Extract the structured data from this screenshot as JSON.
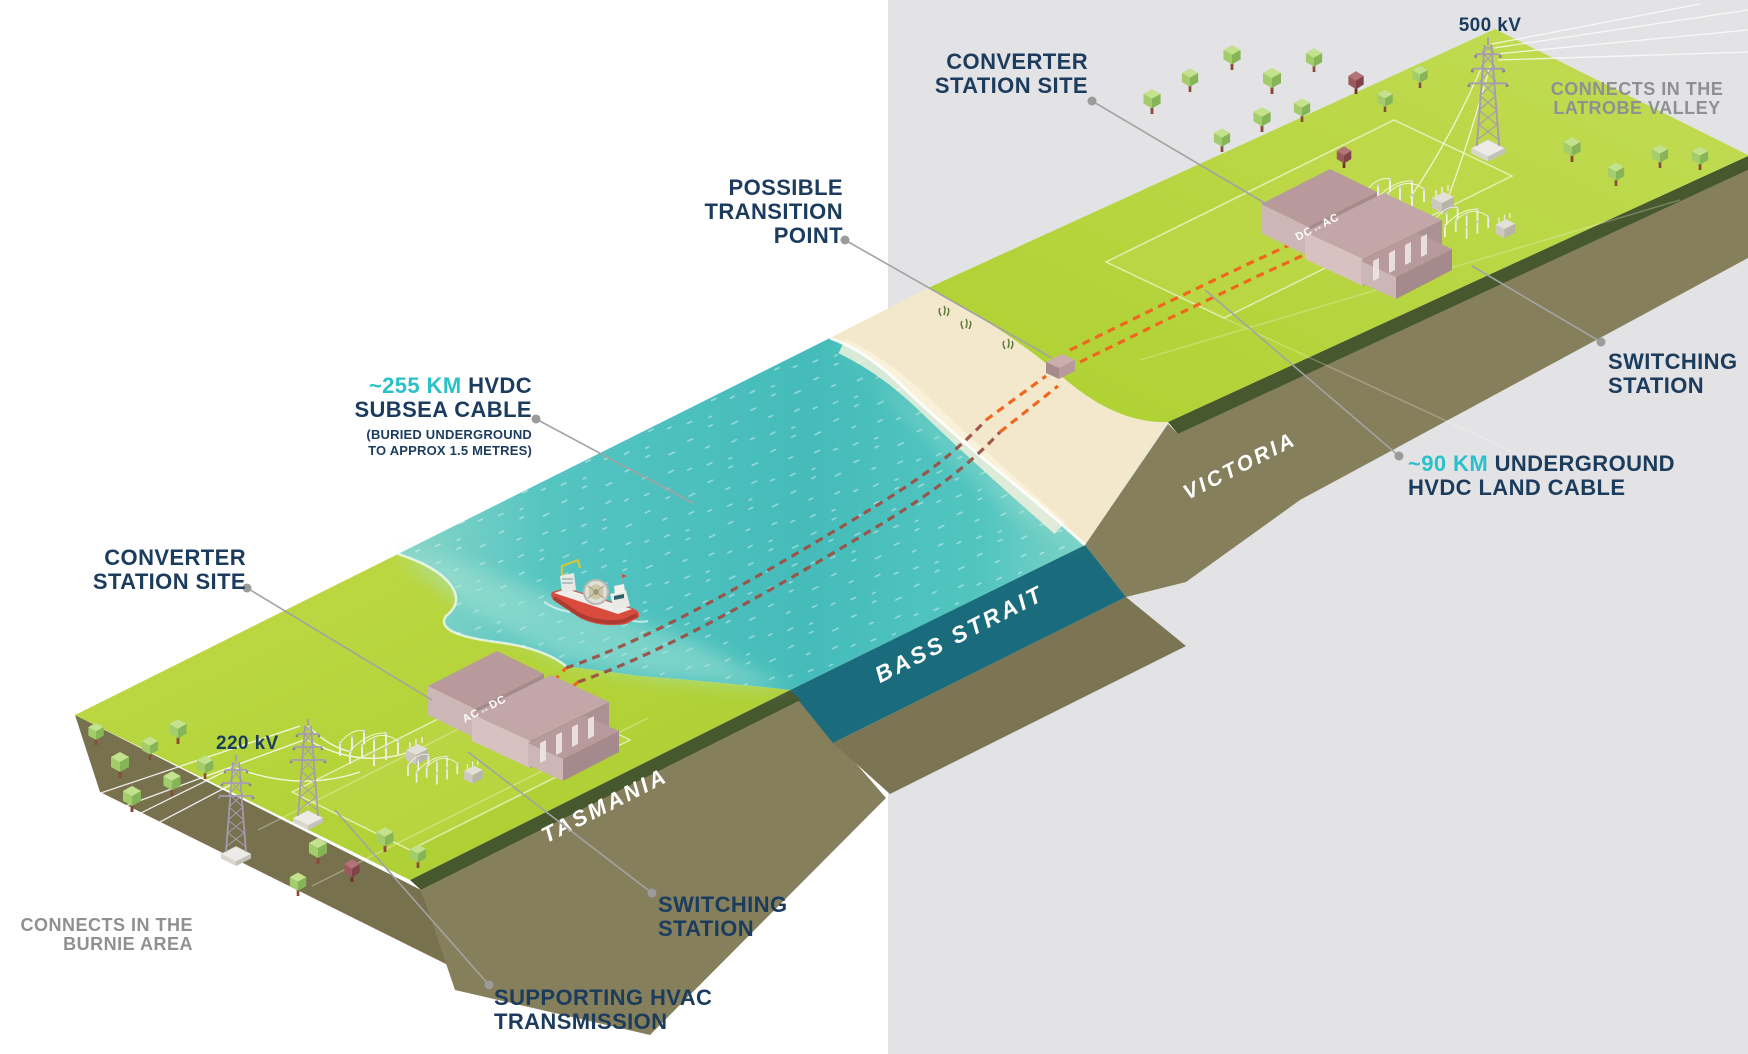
{
  "regions": {
    "tasmania": "TASMANIA",
    "bass_strait": "BASS STRAIT",
    "victoria": "VICTORIA"
  },
  "victoria_side": {
    "converter_label": {
      "line1": "CONVERTER",
      "line2": "STATION SITE"
    },
    "voltage": "500 kV",
    "connects": {
      "line1": "CONNECTS IN THE",
      "line2": "LATROBE VALLEY"
    },
    "switching": {
      "line1": "SWITCHING",
      "line2": "STATION"
    },
    "land_cable": {
      "km": "~90 KM",
      "rest1": "UNDERGROUND",
      "line2": "HVDC LAND CABLE"
    },
    "building_roof": "DC↔AC"
  },
  "strait": {
    "transition": {
      "line1": "POSSIBLE",
      "line2": "TRANSITION",
      "line3": "POINT"
    },
    "subsea_cable": {
      "km": "~255 KM",
      "rest1": "HVDC",
      "line2": "SUBSEA CABLE",
      "note1": "(BURIED UNDERGROUND",
      "note2": "TO APPROX 1.5 METRES)"
    }
  },
  "tasmania_side": {
    "converter_label": {
      "line1": "CONVERTER",
      "line2": "STATION SITE"
    },
    "voltage": "220 kV",
    "connects": {
      "line1": "CONNECTS IN THE",
      "line2": "BURNIE AREA"
    },
    "switching": {
      "line1": "SWITCHING",
      "line2": "STATION"
    },
    "supporting": {
      "line1": "SUPPORTING HVAC",
      "line2": "TRANSMISSION"
    },
    "building_roof": "AC↔DC"
  },
  "colors": {
    "navy_text": "#1c3c5e",
    "cyan_highlight": "#2bc1ca",
    "gray_text": "#8f9092",
    "background_right": "#e3e3e5",
    "land_green": "#b5d338",
    "sea_teal": "#4cc2bf",
    "sea_front_face": "#1a6c7c",
    "cliff_olive": "#857f5c",
    "sand": "#f3e8cb",
    "building_mauve": "#b89a9c",
    "cable_land_orange": "#f1661f",
    "cable_subsea_maroon": "#9d5045"
  }
}
